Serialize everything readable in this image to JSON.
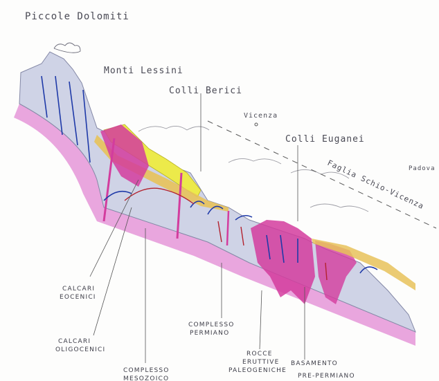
{
  "places": {
    "piccole_dolomiti": "Piccole Dolomiti",
    "monti_lessini": "Monti Lessini",
    "colli_berici": "Colli Berici",
    "vicenza": "Vicenza",
    "colli_euganei": "Colli Euganei",
    "padova": "Padova",
    "faglia": "Faglia Schio-Vicenza"
  },
  "legend": {
    "calcari_eocenici_1": "CALCARI",
    "calcari_eocenici_2": "EOCENICI",
    "calcari_oligocenici_1": "CALCARI",
    "calcari_oligocenici_2": "OLIGOCENICI",
    "complesso_mesozoico_1": "COMPLESSO",
    "complesso_mesozoico_2": "MESOZOICO",
    "complesso_permiano_1": "COMPLESSO",
    "complesso_permiano_2": "PERMIANO",
    "rocce_1": "ROCCE",
    "rocce_2": "ERUTTIVE",
    "rocce_3": "PALEOGENICHE",
    "basamento_1": "BASAMENTO",
    "basamento_2": "PRE-PERMIANO"
  },
  "colors": {
    "mesozoic": "#cfd3e6",
    "basement": "#e596d8",
    "volcanic": "#d33c9e",
    "eocene_lime": "#ecea4a",
    "oligocene": "#e7c25a",
    "water_arrow": "#1f3aa8",
    "thermal_arrow": "#b3222e"
  }
}
